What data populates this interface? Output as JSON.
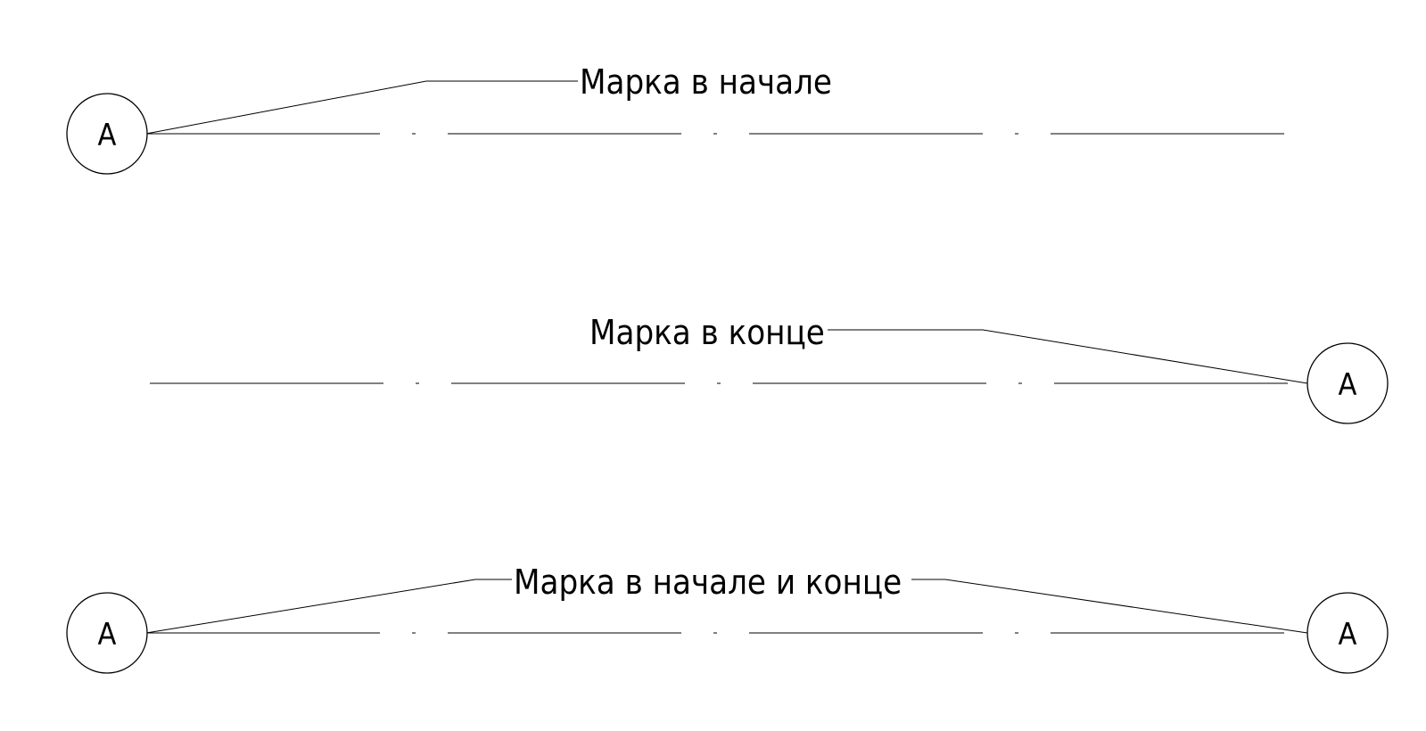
{
  "diagram": {
    "rows": [
      {
        "caption": "Марка в начале",
        "mark_start": "A",
        "mark_end": ""
      },
      {
        "caption": "Марка в конце",
        "mark_start": "",
        "mark_end": "A"
      },
      {
        "caption": "Марка в начале и конце",
        "mark_start": "A",
        "mark_end": "A"
      }
    ]
  }
}
